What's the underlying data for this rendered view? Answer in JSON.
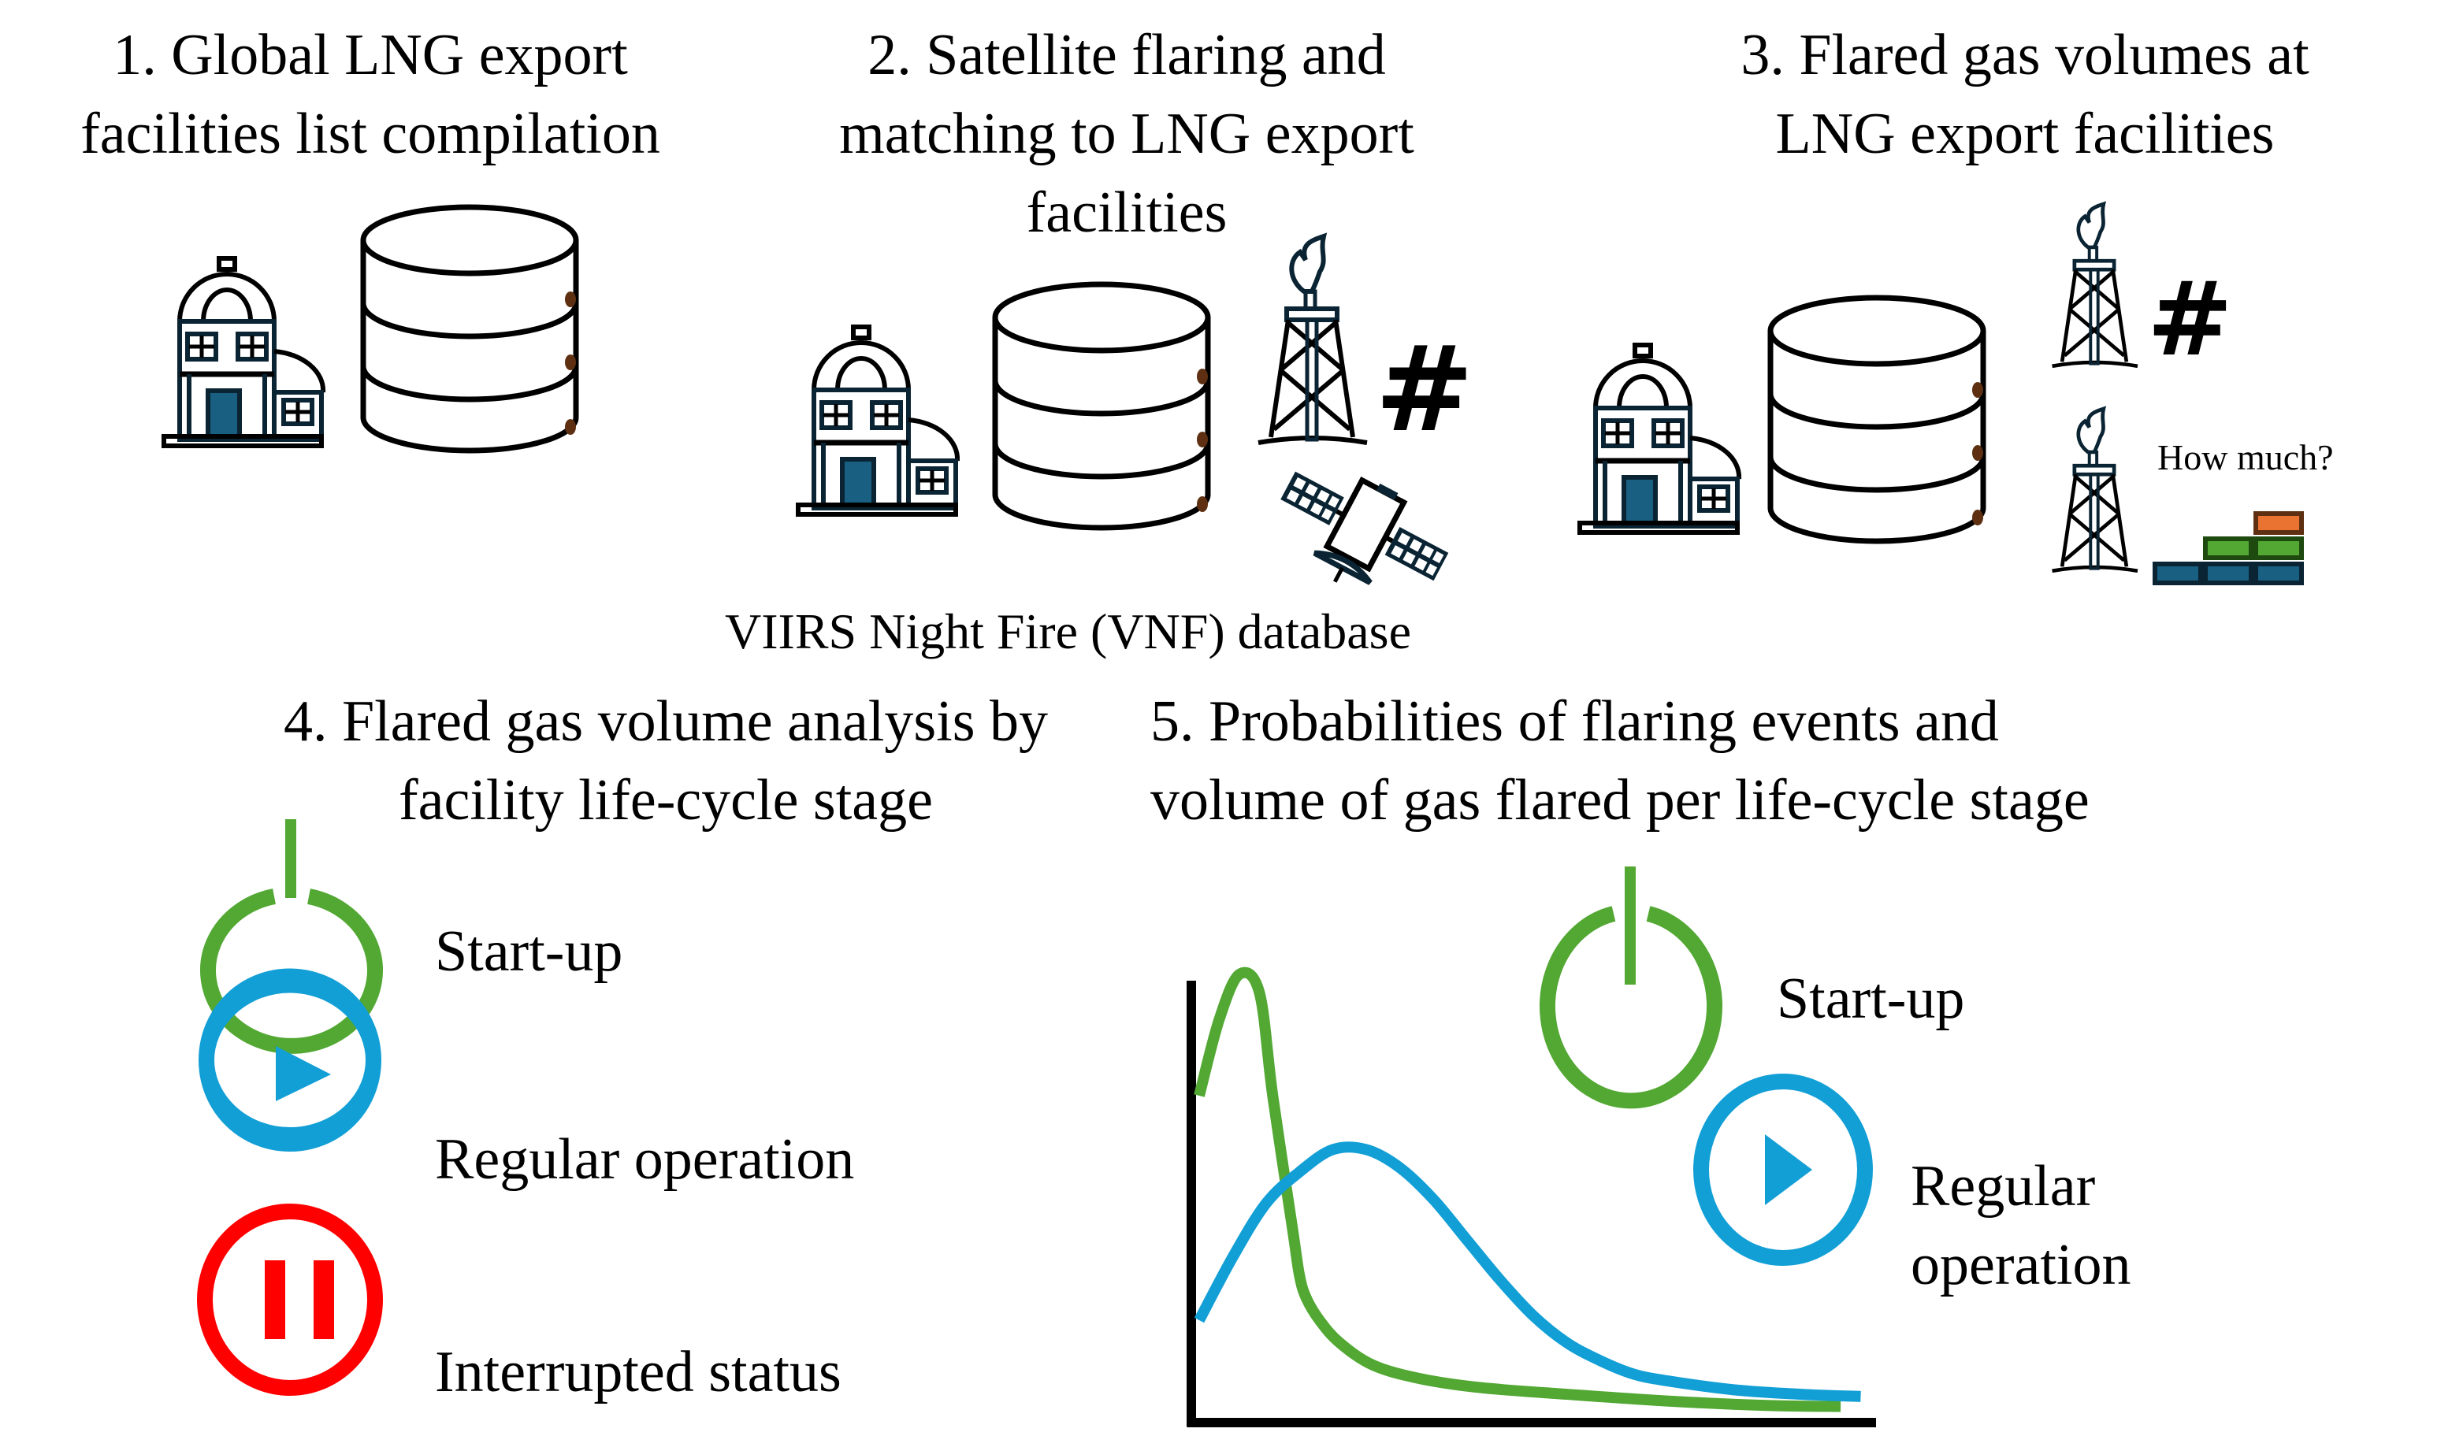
{
  "steps": [
    {
      "title": "1. Global LNG export\nfacilities list compilation"
    },
    {
      "title": "2. Satellite flaring and\nmatching to LNG export\nfacilities",
      "database_caption": "VIIRS Night Fire (VNF) database",
      "count_symbol": "#"
    },
    {
      "title": "3. Flared gas volumes at\nLNG export facilities",
      "count_symbol": "#",
      "question": "How much?"
    },
    {
      "title": "4. Flared gas volume analysis by\nfacility life-cycle stage",
      "legend": [
        {
          "label": "Start-up",
          "icon": "power-icon",
          "color": "#52a833"
        },
        {
          "label": "Regular operation",
          "icon": "play-icon",
          "color": "#129fd6"
        },
        {
          "label": "Interrupted status",
          "icon": "pause-icon",
          "color": "#ff0000"
        }
      ]
    },
    {
      "title": "5. Probabilities of flaring events and\nvolume of gas flared per life-cycle stage",
      "legend": [
        {
          "label": "Start-up",
          "icon": "power-icon",
          "color": "#52a833"
        },
        {
          "label": "Regular\noperation",
          "icon": "play-icon",
          "color": "#129fd6"
        }
      ]
    }
  ],
  "colors": {
    "building_outline": "#0a2433",
    "building_door": "#185f82",
    "db_dot": "#5e3011",
    "bar_blue": "#185f82",
    "bar_green": "#52a833",
    "bar_orange": "#ea7332",
    "start_up": "#52a833",
    "regular": "#129fd6",
    "interrupted": "#ff0000"
  },
  "chart_data": {
    "type": "line",
    "title": "",
    "xlabel": "",
    "ylabel": "",
    "xlim": [
      0,
      100
    ],
    "ylim": [
      0,
      100
    ],
    "grid": false,
    "ticks": false,
    "series": [
      {
        "name": "Start-up",
        "color": "#52a833",
        "x": [
          0,
          3,
          6,
          9,
          11,
          14,
          15,
          16,
          18,
          21,
          26,
          33,
          42,
          55,
          70,
          85,
          96
        ],
        "y": [
          70,
          87,
          97,
          93,
          70,
          40,
          30,
          25,
          20,
          15,
          10,
          7,
          5,
          3.5,
          2,
          1,
          0.8
        ]
      },
      {
        "name": "Regular operation",
        "color": "#129fd6",
        "x": [
          0,
          5,
          10,
          15,
          20,
          25,
          30,
          35,
          40,
          45,
          50,
          55,
          60,
          65,
          70,
          80,
          90,
          99
        ],
        "y": [
          20,
          34,
          46,
          53,
          58,
          58,
          54,
          47,
          38,
          29,
          21,
          15,
          11,
          8,
          6.5,
          4.5,
          3.5,
          3
        ]
      }
    ]
  }
}
